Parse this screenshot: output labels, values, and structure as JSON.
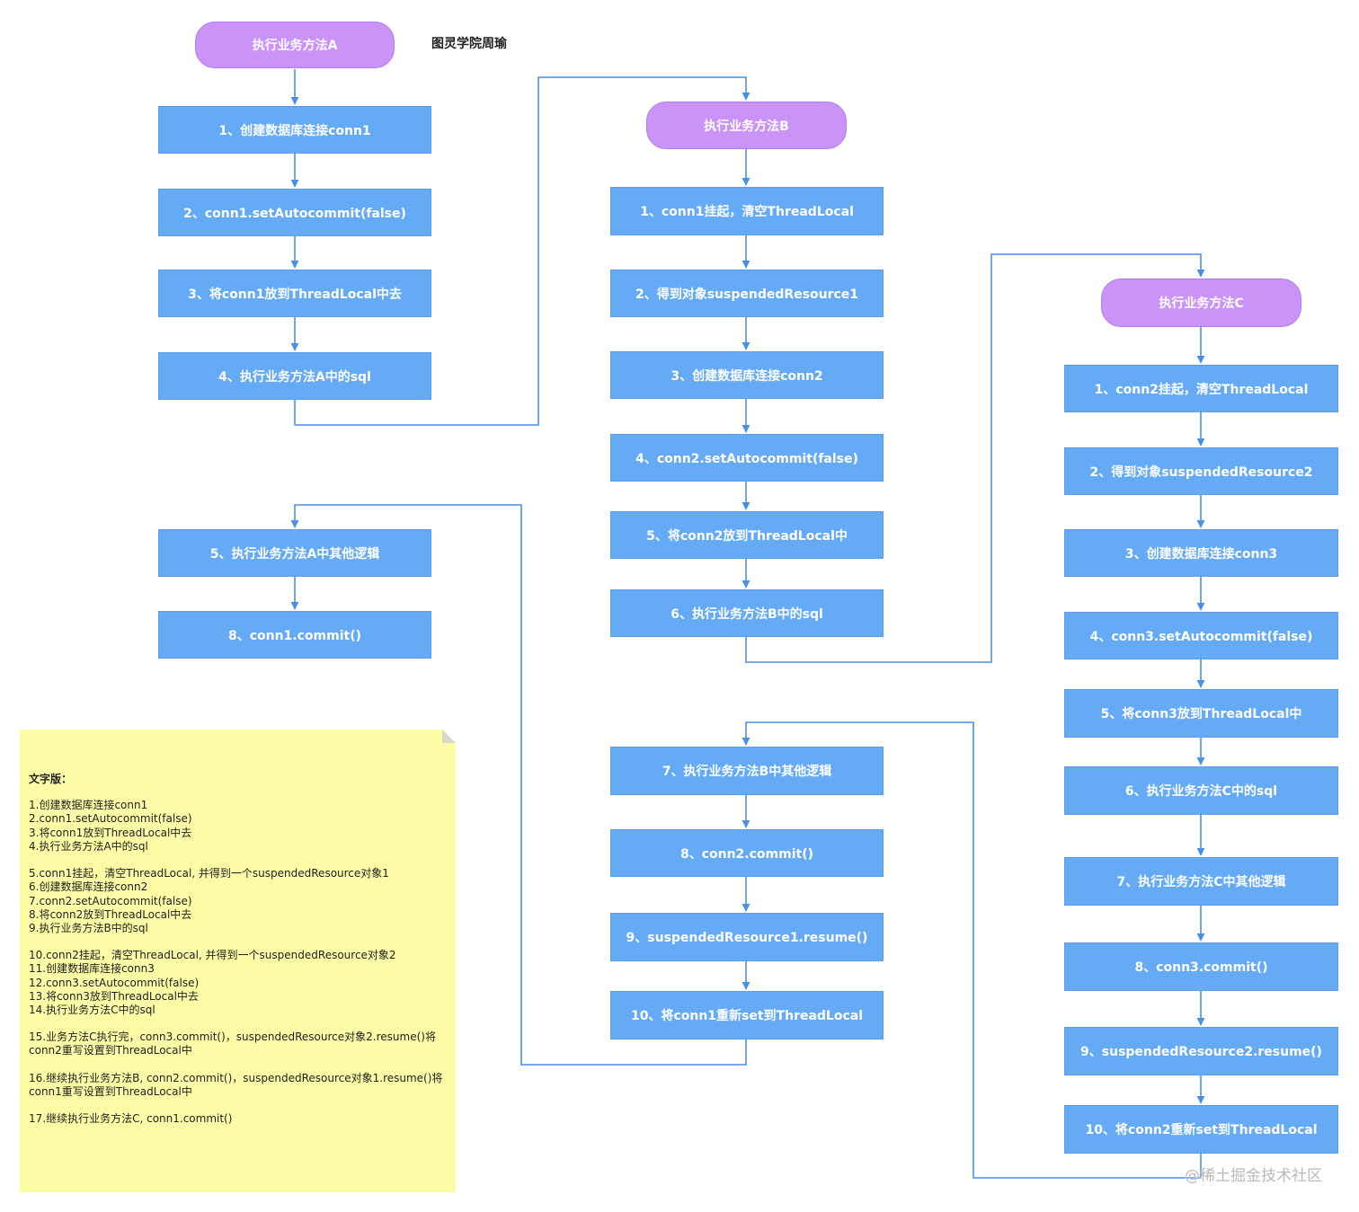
{
  "caption": "图灵学院周瑜",
  "method_a": {
    "title": "执行业务方法A",
    "steps": [
      "1、创建数据库连接conn1",
      "2、conn1.setAutocommit(false)",
      "3、将conn1放到ThreadLocal中去",
      "4、执行业务方法A中的sql",
      "5、执行业务方法A中其他逻辑",
      "8、conn1.commit()"
    ]
  },
  "method_b": {
    "title": "执行业务方法B",
    "steps": [
      "1、conn1挂起，清空ThreadLocal",
      "2、得到对象suspendedResource1",
      "3、创建数据库连接conn2",
      "4、conn2.setAutocommit(false)",
      "5、将conn2放到ThreadLocal中",
      "6、执行业务方法B中的sql",
      "7、执行业务方法B中其他逻辑",
      "8、conn2.commit()",
      "9、suspendedResource1.resume()",
      "10、将conn1重新set到ThreadLocal"
    ]
  },
  "method_c": {
    "title": "执行业务方法C",
    "steps": [
      "1、conn2挂起，清空ThreadLocal",
      "2、得到对象suspendedResource2",
      "3、创建数据库连接conn3",
      "4、conn3.setAutocommit(false)",
      "5、将conn3放到ThreadLocal中",
      "6、执行业务方法C中的sql",
      "7、执行业务方法C中其他逻辑",
      "8、conn3.commit()",
      "9、suspendedResource2.resume()",
      "10、将conn2重新set到ThreadLocal"
    ]
  },
  "note": {
    "title": "文字版：",
    "paragraphs": [
      [
        "1.创建数据库连接conn1",
        "2.conn1.setAutocommit(false)",
        "3.将conn1放到ThreadLocal中去",
        "4.执行业务方法A中的sql"
      ],
      [
        "5.conn1挂起，清空ThreadLocal, 并得到一个suspendedResource对象1",
        "6.创建数据库连接conn2",
        "7.conn2.setAutocommit(false)",
        "8.将conn2放到ThreadLocal中去",
        "9.执行业务方法B中的sql"
      ],
      [
        "10.conn2挂起，清空ThreadLocal, 并得到一个suspendedResource对象2",
        "11.创建数据库连接conn3",
        "12.conn3.setAutocommit(false)",
        "13.将conn3放到ThreadLocal中去",
        "14.执行业务方法C中的sql"
      ],
      [
        "15.业务方法C执行完，conn3.commit()，suspendedResource对象2.resume()将",
        "conn2重写设置到ThreadLocal中"
      ],
      [
        "16.继续执行业务方法B, conn2.commit()，suspendedResource对象1.resume()将",
        "conn1重写设置到ThreadLocal中"
      ],
      [
        "17.继续执行业务方法C, conn1.commit()"
      ]
    ]
  },
  "watermark": "@稀土掘金技术社区",
  "colors": {
    "step_box": "#64aaf5",
    "method_pill": "#c993f7",
    "arrow": "#4a90e2",
    "note": "#fdfca6"
  }
}
